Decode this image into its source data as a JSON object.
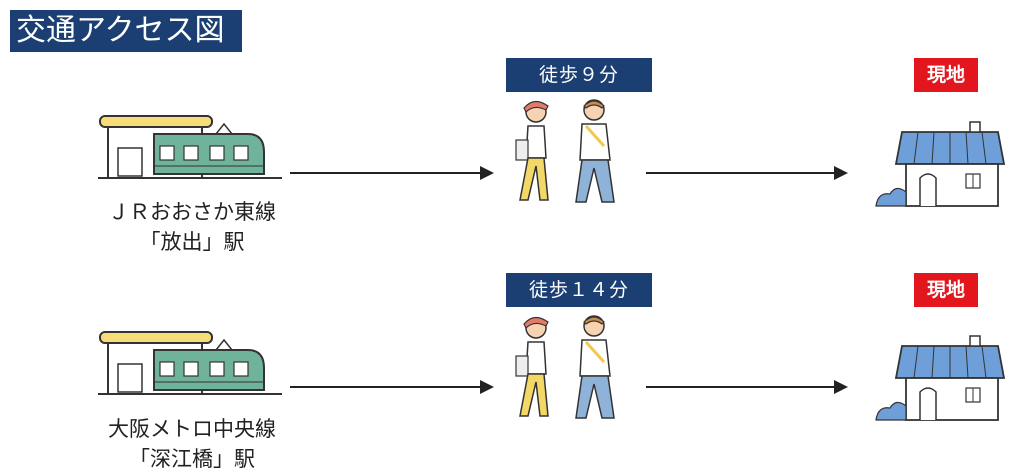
{
  "title": "交通アクセス図",
  "routes": [
    {
      "station_line": "ＪＲおおさか東線",
      "station_name": "「放出」駅",
      "walk_label": "徒歩９分",
      "destination_label": "現地"
    },
    {
      "station_line": "大阪メトロ中央線",
      "station_name": "「深江橋」駅",
      "walk_label": "徒歩１４分",
      "destination_label": "現地"
    }
  ],
  "colors": {
    "title_bg": "#1b3f73",
    "walk_badge_bg": "#1b3f73",
    "destination_badge_bg": "#e4161d",
    "station_roof": "#f7dc78",
    "train_body": "#6fb39a",
    "house_roof": "#6f9fd8"
  }
}
